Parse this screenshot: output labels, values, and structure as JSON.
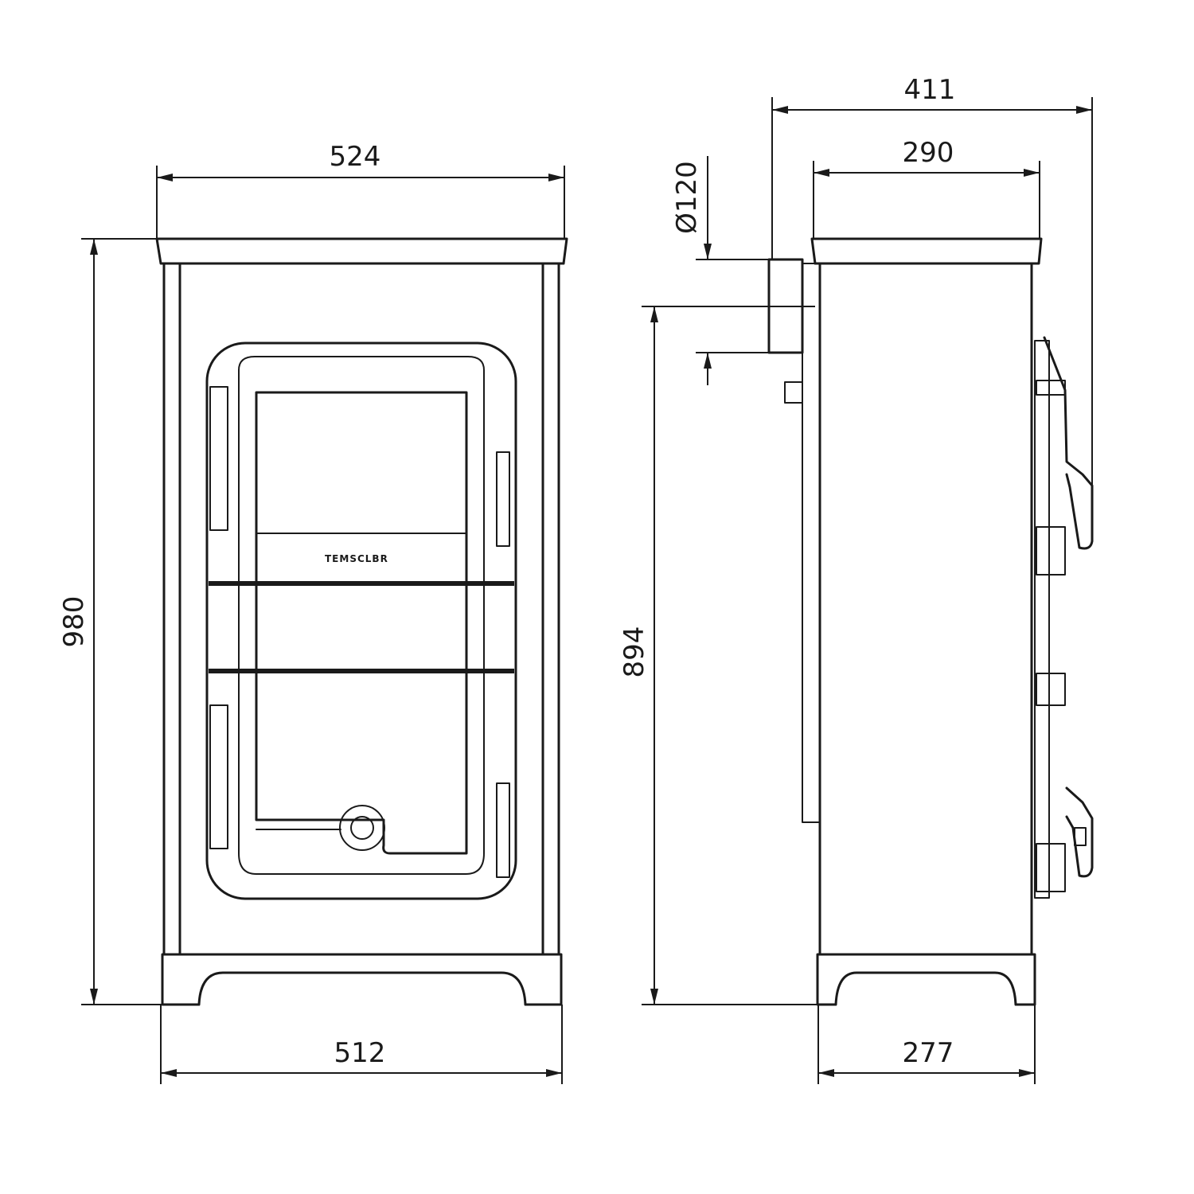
{
  "dimensions": {
    "front_top_width": "524",
    "front_base_width": "512",
    "front_height": "980",
    "side_total_depth": "411",
    "side_top_depth": "290",
    "side_base_depth": "277",
    "flue_diameter": "Ø120",
    "flue_height": "894"
  },
  "brand": "TEMSCLBR"
}
